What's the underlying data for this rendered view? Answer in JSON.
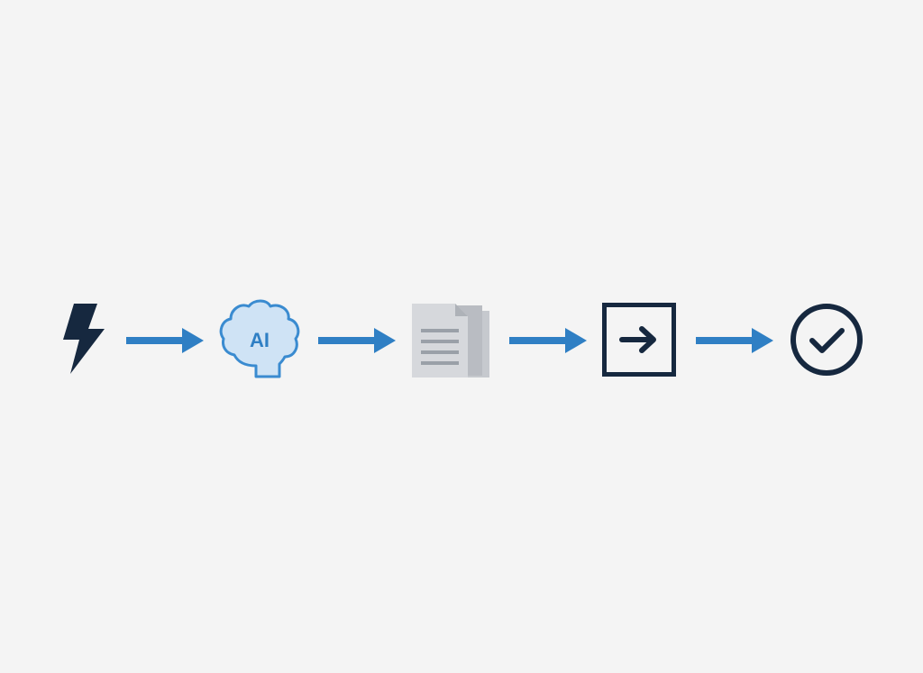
{
  "diagram": {
    "type": "linear-flow",
    "steps": [
      {
        "icon": "lightning-bolt-icon"
      },
      {
        "icon": "ai-brain-icon",
        "label": "AI"
      },
      {
        "icon": "document-stack-icon"
      },
      {
        "icon": "boxed-arrow-right-icon"
      },
      {
        "icon": "check-circle-icon"
      }
    ],
    "connectors": 4
  },
  "colors": {
    "background": "#f4f4f4",
    "navy": "#16283f",
    "arrow_blue": "#2f7fc4",
    "ai_blue_fill": "#cfe3f5",
    "ai_blue_stroke": "#3a8bd0",
    "doc_light": "#d6d8dc",
    "doc_mid": "#b9bcc2",
    "doc_lines": "#9aa0a8"
  }
}
